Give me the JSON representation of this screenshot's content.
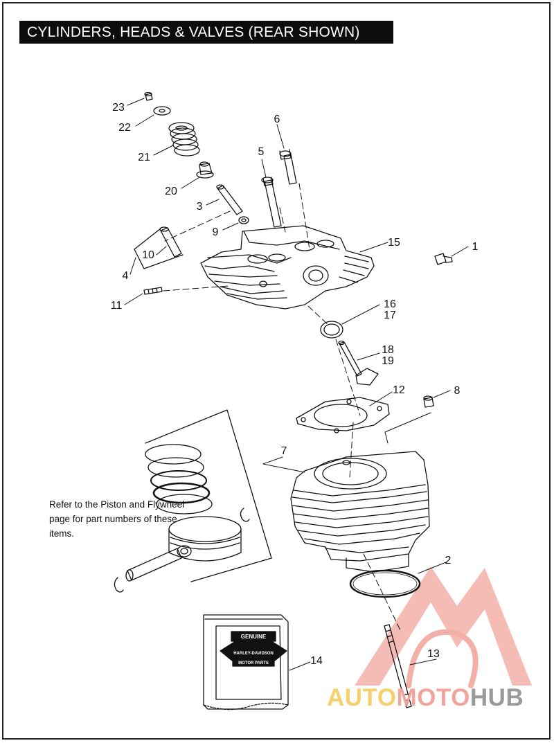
{
  "title": "CYLINDERS, HEADS & VALVES (REAR SHOWN)",
  "note": "Refer to the Piston and Flywheel page for part numbers of these items.",
  "callouts": {
    "c1": "1",
    "c2": "2",
    "c3": "3",
    "c4": "4",
    "c5": "5",
    "c6": "6",
    "c7": "7",
    "c8": "8",
    "c9": "9",
    "c10": "10",
    "c11": "11",
    "c12": "12",
    "c13": "13",
    "c14": "14",
    "c15": "15",
    "c16": "16",
    "c17": "17",
    "c18": "18",
    "c19": "19",
    "c20": "20",
    "c21": "21",
    "c22": "22",
    "c23": "23"
  },
  "box_label": {
    "line1": "GENUINE",
    "line2": "HARLEY-DAVIDSON",
    "line3": "MOTOR PARTS"
  },
  "watermark": {
    "part1": "AUTO",
    "part2": "MOTO",
    "part3": "HUB"
  },
  "colors": {
    "line": "#111111",
    "watermark_red": "#e8605a",
    "watermark_yellow": "#f6cf6e",
    "watermark_gray": "#9a9a9a"
  }
}
